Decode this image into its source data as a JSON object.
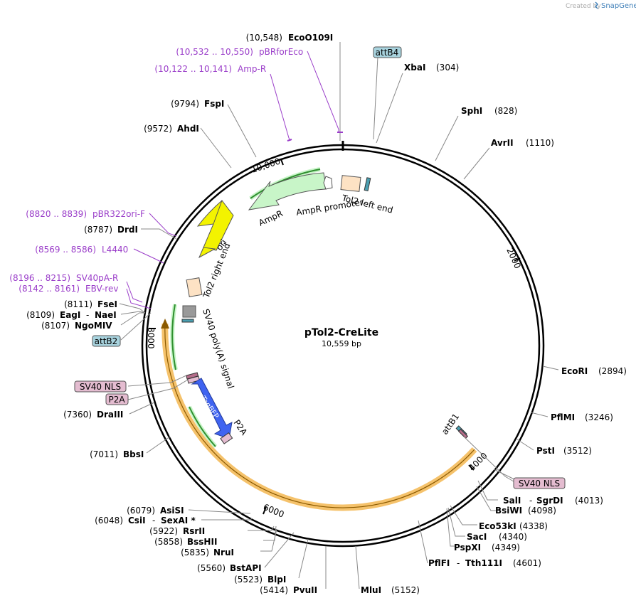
{
  "credit": {
    "prefix": "Created by",
    "brand": "SnapGene"
  },
  "plasmid": {
    "name": "pTol2-CreLite",
    "size": "10,559 bp"
  },
  "ticks": {
    "t2000": "2000",
    "t4000": "4000",
    "t6000": "6000",
    "t8000": "8000",
    "t10000": "10,000"
  },
  "enzymes": {
    "ecoo109i": {
      "pos": "(10,548)",
      "name": "EcoO109I"
    },
    "xbai": {
      "name": "XbaI",
      "pos": "(304)"
    },
    "sphi": {
      "name": "SphI",
      "pos": "(828)"
    },
    "avrii": {
      "name": "AvrII",
      "pos": "(1110)"
    },
    "ecori": {
      "name": "EcoRI",
      "pos": "(2894)"
    },
    "pflmi": {
      "name": "PflMI",
      "pos": "(3246)"
    },
    "psti": {
      "name": "PstI",
      "pos": "(3512)"
    },
    "sali": {
      "name": "SalI",
      "dash": "-",
      "name2": "SgrDI",
      "pos": "(4013)"
    },
    "bsiwi": {
      "name": "BsiWI",
      "pos": "(4098)"
    },
    "eco53ki": {
      "name": "Eco53kI",
      "pos": "(4338)"
    },
    "saci": {
      "name": "SacI",
      "pos": "(4340)"
    },
    "pspxi": {
      "name": "PspXI",
      "pos": "(4349)"
    },
    "pflfi": {
      "name": "PflFI",
      "dash": "-",
      "name2": "Tth111I",
      "pos": "(4601)"
    },
    "mlui": {
      "name": "MluI",
      "pos": "(5152)"
    },
    "pvuii": {
      "pos": "(5414)",
      "name": "PvuII"
    },
    "blpi": {
      "pos": "(5523)",
      "name": "BlpI"
    },
    "bstapi": {
      "pos": "(5560)",
      "name": "BstAPI"
    },
    "nrui": {
      "pos": "(5835)",
      "name": "NruI"
    },
    "bsshii": {
      "pos": "(5858)",
      "name": "BssHII"
    },
    "rsrii": {
      "pos": "(5922)",
      "name": "RsrII"
    },
    "csii": {
      "pos": "(6048)",
      "name": "CsiI",
      "dash": "-",
      "name2": "SexAI *"
    },
    "asisi": {
      "pos": "(6079)",
      "name": "AsiSI"
    },
    "bbsi": {
      "pos": "(7011)",
      "name": "BbsI"
    },
    "draiii": {
      "pos": "(7360)",
      "name": "DraIII"
    },
    "ngomiv": {
      "pos": "(8107)",
      "name": "NgoMIV"
    },
    "eagi": {
      "pos": "(8109)",
      "name": "EagI",
      "dash": "-",
      "name2": "NaeI"
    },
    "fsei": {
      "pos": "(8111)",
      "name": "FseI"
    },
    "drdi": {
      "pos": "(8787)",
      "name": "DrdI"
    },
    "ahdi": {
      "pos": "(9572)",
      "name": "AhdI"
    },
    "fspi": {
      "pos": "(9794)",
      "name": "FspI"
    }
  },
  "primers": {
    "pbrforeco": {
      "pos": "(10,532 .. 10,550)",
      "name": "pBRforEco"
    },
    "ampr": {
      "pos": "(10,122 .. 10,141)",
      "name": "Amp-R"
    },
    "pbr322ori": {
      "pos": "(8820 .. 8839)",
      "name": "pBR322ori-F"
    },
    "l4440": {
      "pos": "(8569 .. 8586)",
      "name": "L4440"
    },
    "sv40pa": {
      "pos": "(8196 .. 8215)",
      "name": "SV40pA-R"
    },
    "ebvrev": {
      "pos": "(8142 .. 8161)",
      "name": "EBV-rev"
    }
  },
  "boxed": {
    "attb4": "attB4",
    "attb2": "attB2",
    "sv40nls_left": "SV40 NLS",
    "p2a_left": "P2A",
    "sv40nls_right": "SV40 NLS"
  },
  "features": {
    "tol2_left": "Tol2 left end",
    "ampr_promoter": "AmpR promoter",
    "ampr": "AmpR",
    "ori": "ori",
    "tol2_right": "Tol2 right end",
    "sv40_polya": "SV40 poly(A) signal",
    "tagbfp": "TagBFP",
    "p2a": "P2A",
    "attb1": "attB1"
  },
  "colors": {
    "backbone": "#000000",
    "ampr": "#c8f5c8",
    "ori": "#f3f300",
    "tol2": "#fde2c4",
    "tagbfp": "#3f63f0",
    "orf": "#f5c26b",
    "primer": "#9a3dc9",
    "attb_box": "#a8d3de",
    "nls_box": "#e4bcd0",
    "green_arrow": "#2f8f2f"
  }
}
